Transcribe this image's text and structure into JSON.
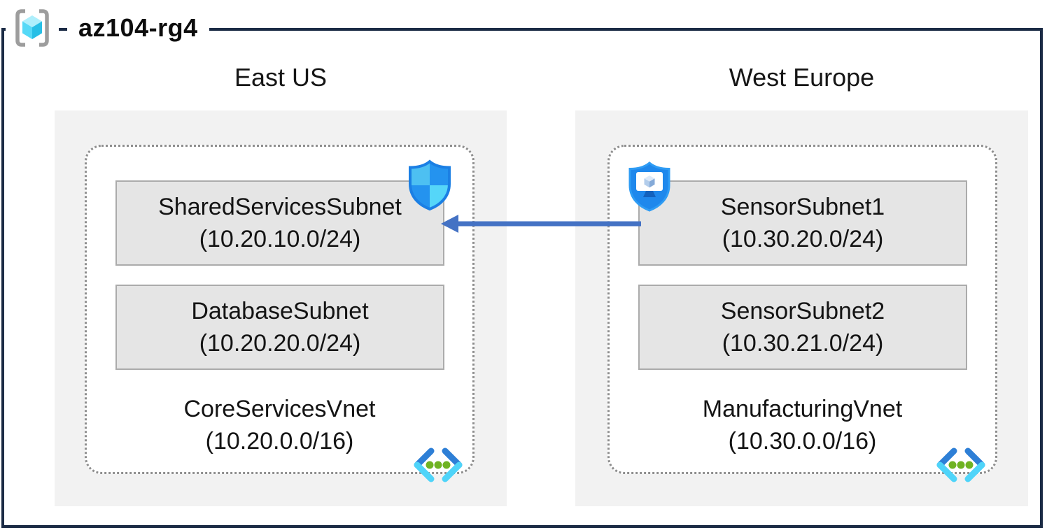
{
  "diagram": {
    "title": "az104-rg4",
    "kind": "azure-virtual-network-topology"
  },
  "colors": {
    "frame": "#1b2b45",
    "region_fill": "#f2f2f2",
    "subnet_fill": "#e5e5e5",
    "subnet_border": "#ababab",
    "vnet_dotted_border": "#8f8f8f",
    "arrow_blue": "#4472c4",
    "vnet_icon_green": "#6fb322",
    "vnet_icon_blue_dark": "#2e7fd6",
    "vnet_icon_blue_light": "#4fd4f9"
  },
  "icons": {
    "title_icon": "resource-group-icon",
    "left_subnet_badge": "network-security-group-shield-icon",
    "right_subnet_badge": "application-security-group-shield-icon",
    "vnet_corner_icon": "virtual-network-icon"
  },
  "regions": [
    {
      "name": "East US",
      "vnet": {
        "name": "CoreServicesVnet",
        "cidr": "(10.20.0.0/16)",
        "subnets": [
          {
            "name": "SharedServicesSubnet",
            "cidr": "(10.20.10.0/24)"
          },
          {
            "name": "DatabaseSubnet",
            "cidr": "(10.20.20.0/24)"
          }
        ]
      }
    },
    {
      "name": "West Europe",
      "vnet": {
        "name": "ManufacturingVnet",
        "cidr": "(10.30.0.0/16)",
        "subnets": [
          {
            "name": "SensorSubnet1",
            "cidr": "(10.30.20.0/24)"
          },
          {
            "name": "SensorSubnet2",
            "cidr": "(10.30.21.0/24)"
          }
        ]
      }
    }
  ],
  "connection": {
    "from": "SensorSubnet1",
    "to": "SharedServicesSubnet",
    "direction": "right-to-left",
    "color": "#4472c4"
  }
}
